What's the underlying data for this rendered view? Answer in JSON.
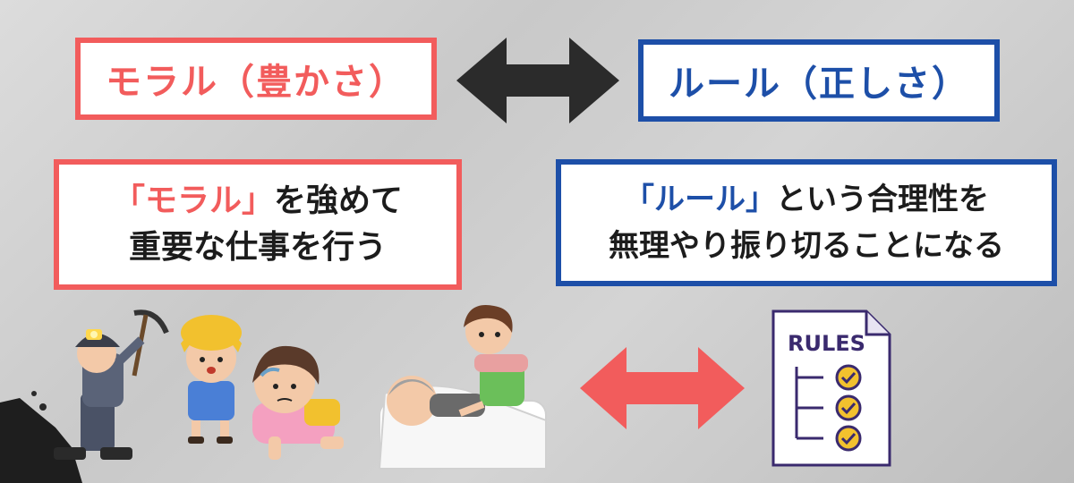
{
  "top": {
    "morals_label": "モラル（豊かさ）",
    "rules_label": "ルール（正しさ）"
  },
  "morals_desc": {
    "quote": "「モラル」",
    "line1_rest": "を強めて",
    "line2": "重要な仕事を行う"
  },
  "rules_desc": {
    "quote": "「ルール」",
    "line1_rest": "という合理性を",
    "line2": "無理やり振り切ることになる"
  },
  "rules_doc": {
    "title": "RULES"
  },
  "icons": {
    "top_arrow": "double-arrow-icon",
    "bottom_arrow": "double-arrow-icon",
    "miner": "miner-illustration",
    "crying_child": "crying-child-illustration",
    "exhausted_girl": "exhausted-girl-illustration",
    "caregiving": "caregiver-elderly-illustration",
    "rules_document": "rules-checklist-icon"
  },
  "colors": {
    "moral_red": "#f25c5c",
    "rule_blue": "#1d4fa8",
    "top_arrow": "#2b2b2b",
    "bottom_arrow": "#f25c5c",
    "checklist_yellow": "#f2c12e",
    "checklist_purple": "#3a2a6e"
  }
}
